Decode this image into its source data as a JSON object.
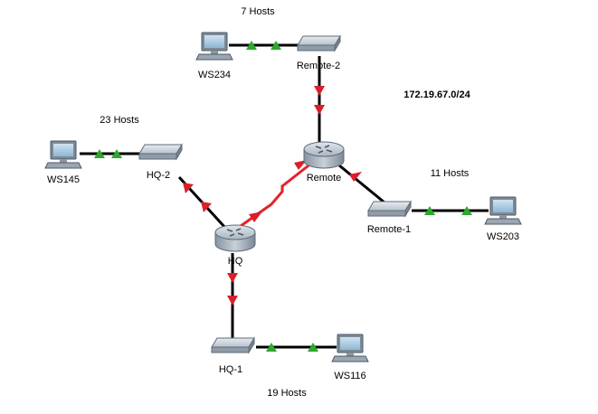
{
  "network": "172.19.67.0/24",
  "colors": {
    "link": "#000000",
    "serial": "#e8212b",
    "link_down": "#d91f2a",
    "link_up": "#2ea82e"
  },
  "devices": {
    "remote": {
      "label": "Remote",
      "type": "router-icon"
    },
    "hq": {
      "label": "HQ",
      "type": "router-icon"
    },
    "remote_1": {
      "label": "Remote-1",
      "type": "switch-icon"
    },
    "remote_2": {
      "label": "Remote-2",
      "type": "switch-icon"
    },
    "hq_1": {
      "label": "HQ-1",
      "type": "switch-icon"
    },
    "hq_2": {
      "label": "HQ-2",
      "type": "switch-icon"
    },
    "ws234": {
      "label": "WS234",
      "type": "pc-icon"
    },
    "ws145": {
      "label": "WS145",
      "type": "pc-icon"
    },
    "ws203": {
      "label": "WS203",
      "type": "pc-icon"
    },
    "ws116": {
      "label": "WS116",
      "type": "pc-icon"
    }
  },
  "hosts": {
    "remote_2": "7 Hosts",
    "hq_2": "23 Hosts",
    "remote_1": "11 Hosts",
    "hq_1": "19 Hosts"
  }
}
